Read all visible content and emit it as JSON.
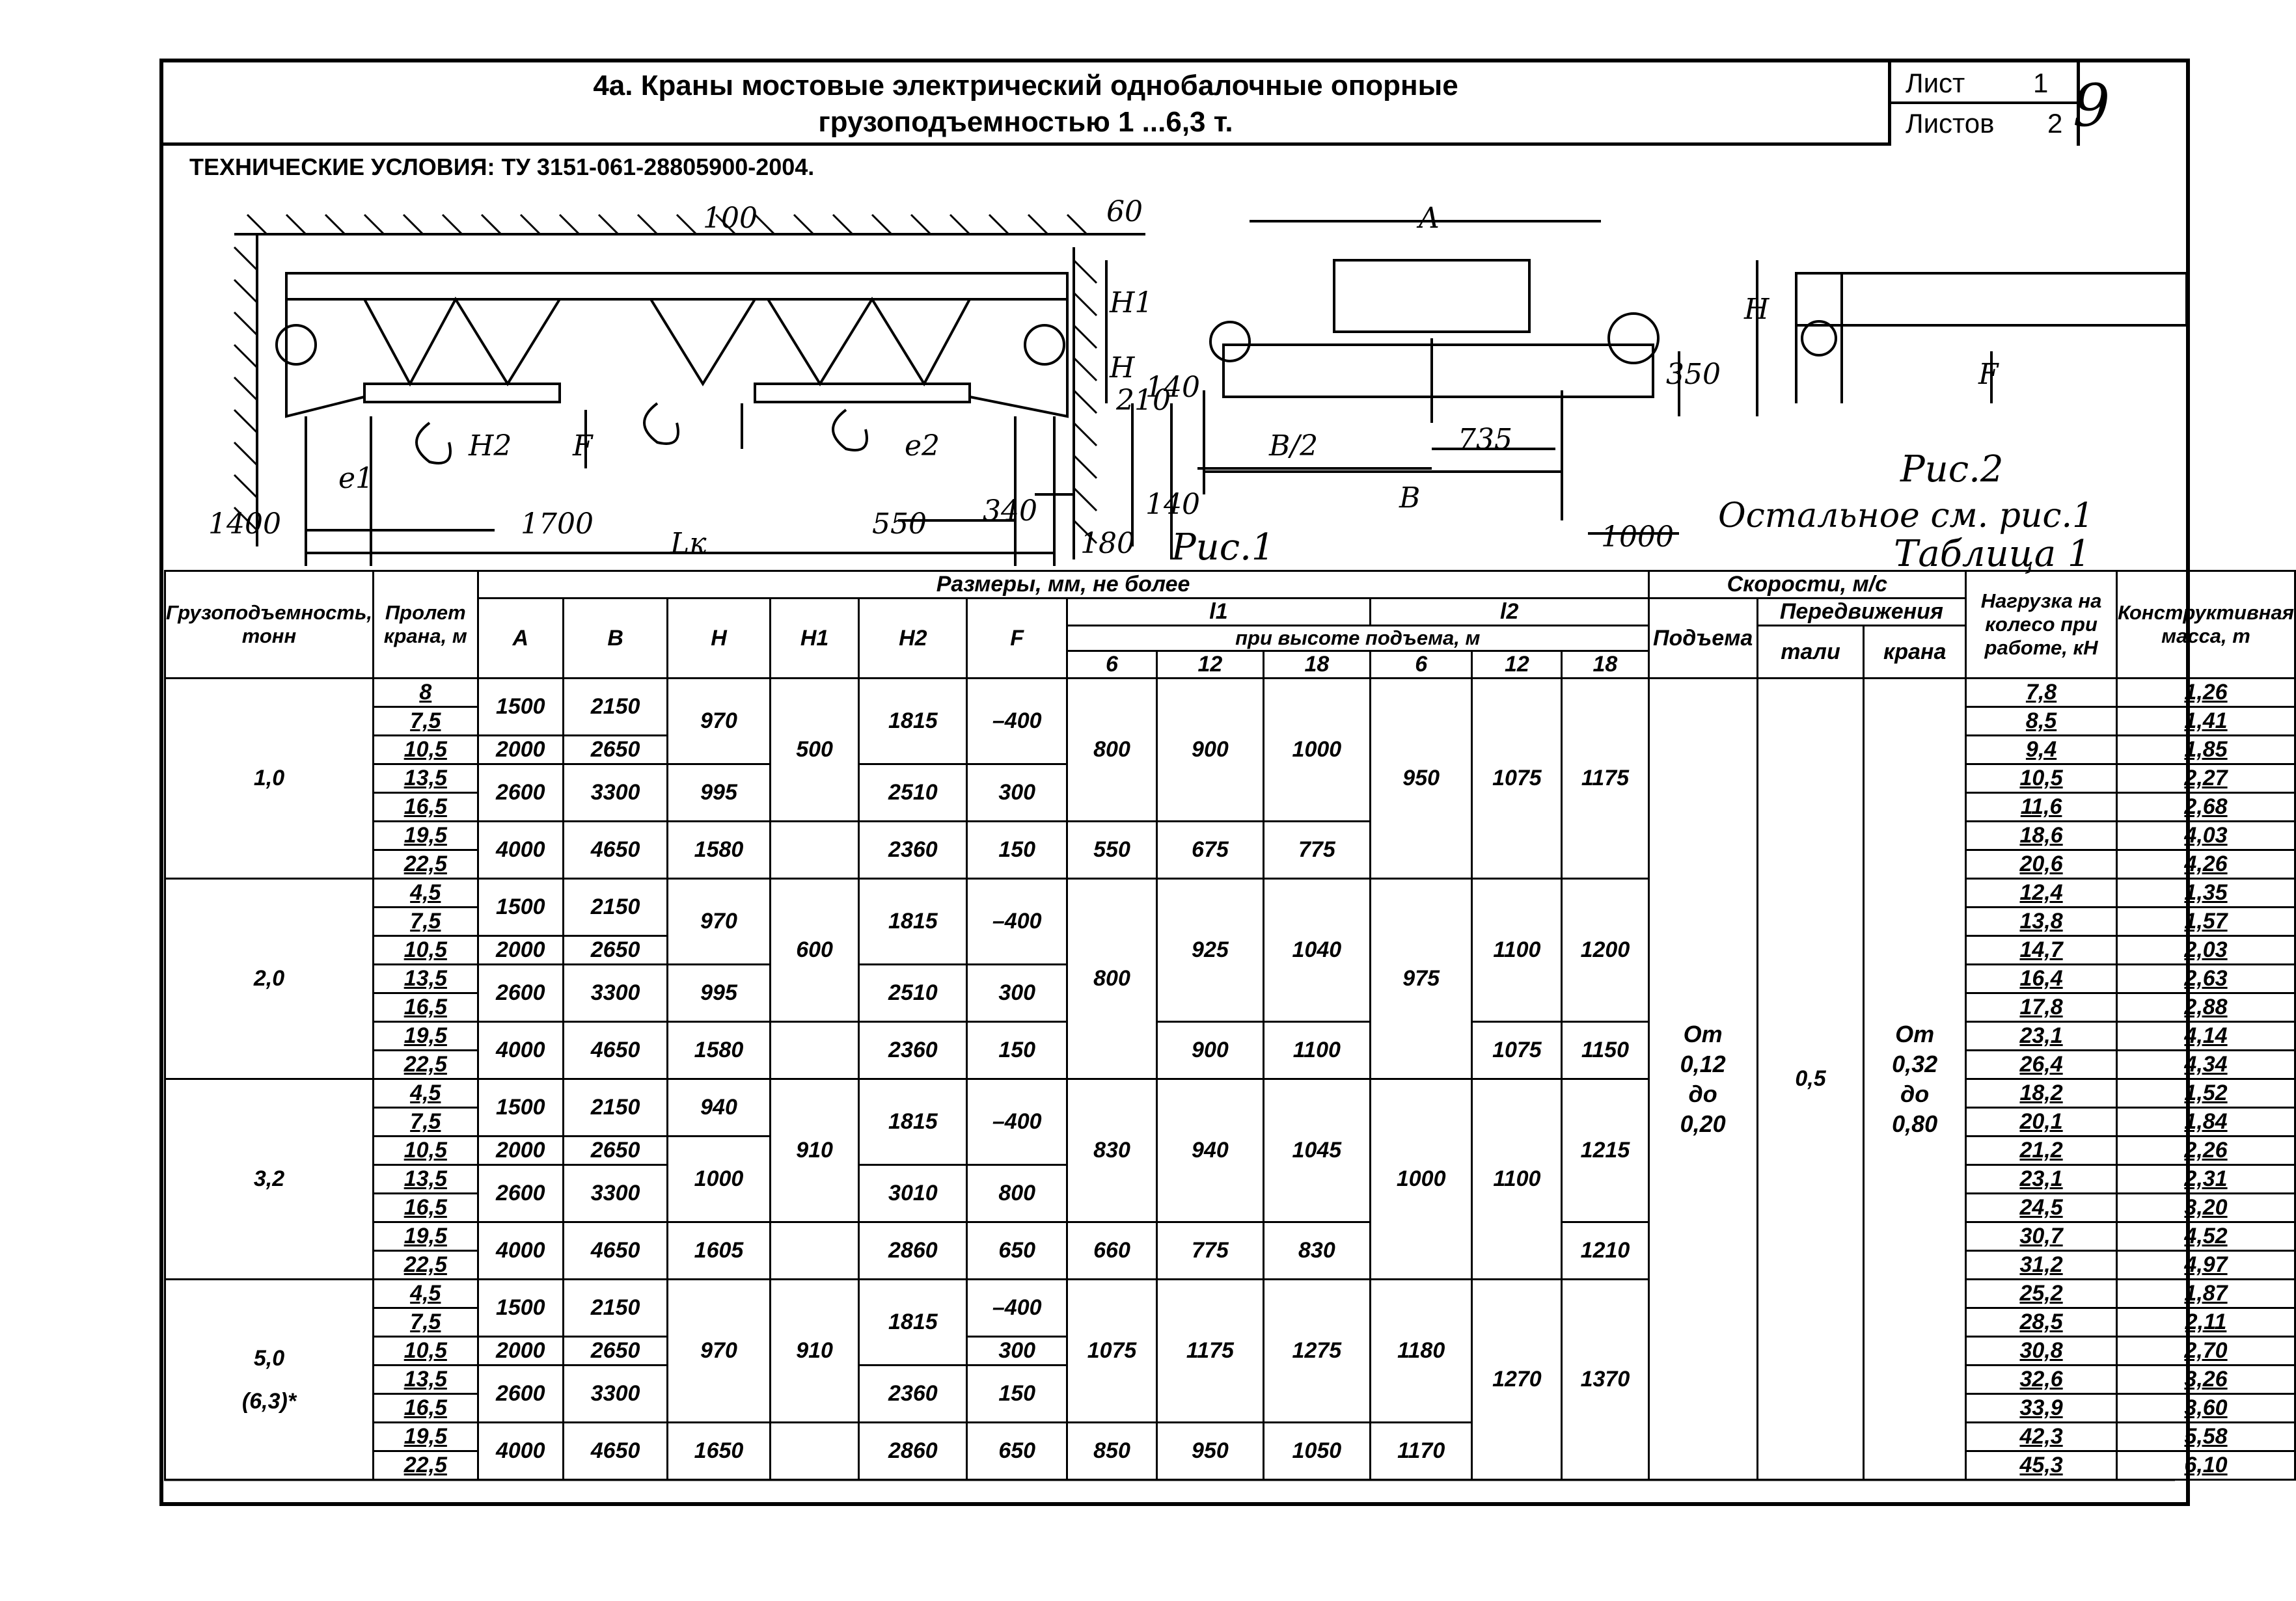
{
  "header": {
    "title_line1": "4а. Краны мостовые электрический однобалочные опорные",
    "title_line2": "грузоподъемностью 1 ...6,3 т.",
    "sheet_label": "Лист",
    "sheet_value": "1",
    "sheets_label": "Листов",
    "sheets_value": "2",
    "page_mark": "9"
  },
  "tech_conditions": "ТЕХНИЧЕСКИЕ УСЛОВИЯ: ТУ 3151-061-28805900-2004.",
  "figure1": {
    "caption": "Рис.1",
    "dims": [
      "100",
      "60",
      "Н",
      "Н1",
      "Н2",
      "F",
      "210",
      "140",
      "140",
      "180",
      "340",
      "550",
      "1700",
      "1400",
      "Lк",
      "e1",
      "e2"
    ]
  },
  "figure2": {
    "caption": "Рис.2",
    "note": "Остальное см. рис.1",
    "dims": [
      "A",
      "B/2",
      "735",
      "B",
      "350",
      "1000",
      "H",
      "F"
    ]
  },
  "table": {
    "caption": "Таблица 1",
    "headers": {
      "capacity": "Грузоподъемность, тонн",
      "span": "Пролет крана, м",
      "dims_group": "Размеры, мм, не более",
      "A": "А",
      "B": "В",
      "H": "Н",
      "H1": "Н1",
      "H2": "Н2",
      "F": "F",
      "l1": "l1",
      "l2": "l2",
      "lift_height": "при высоте подъема, м",
      "heights": [
        "6",
        "12",
        "18",
        "6",
        "12",
        "18"
      ],
      "speeds": "Скорости, м/с",
      "lifting": "Подъема",
      "travel": "Передвижения",
      "hoist": "тали",
      "crane": "крана",
      "wheel_load": "Нагрузка на колесо при работе, кН",
      "mass": "Конструктивная масса, т"
    },
    "groups": [
      {
        "capacity": "1,0",
        "capacity_note": "",
        "spans": [
          "8",
          "7,5",
          "10,5",
          "13,5",
          "16,5",
          "19,5",
          "22,5"
        ],
        "A": [
          "1500",
          "2000",
          "2600",
          "4000"
        ],
        "B": [
          "2150",
          "2650",
          "3300",
          "4650"
        ],
        "H": [
          "970",
          "995",
          "1580"
        ],
        "H1": "500",
        "H2": [
          "1815",
          "2510",
          "2360"
        ],
        "F": [
          "–400",
          "300",
          "150"
        ],
        "l1": [
          "800",
          "900",
          "1000",
          "550",
          "675",
          "775"
        ],
        "l2": [
          "950",
          "1075",
          "1175"
        ],
        "wheel_load": [
          "7,8",
          "8,5",
          "9,4",
          "10,5",
          "11,6",
          "18,6",
          "20,6"
        ],
        "mass": [
          "1,26",
          "1,41",
          "1,85",
          "2,27",
          "2,68",
          "4,03",
          "4,26"
        ]
      },
      {
        "capacity": "2,0",
        "capacity_note": "",
        "spans": [
          "4,5",
          "7,5",
          "10,5",
          "13,5",
          "16,5",
          "19,5",
          "22,5"
        ],
        "A": [
          "1500",
          "2000",
          "2600",
          "4000"
        ],
        "B": [
          "2150",
          "2650",
          "3300",
          "4650"
        ],
        "H": [
          "970",
          "995",
          "1580"
        ],
        "H1": "600",
        "H2": [
          "1815",
          "2510",
          "2360"
        ],
        "F": [
          "–400",
          "300",
          "150"
        ],
        "l1": [
          "800",
          "925",
          "1040",
          "900",
          "1100"
        ],
        "l2": [
          "975",
          "1100",
          "1200",
          "1075",
          "1150"
        ],
        "wheel_load": [
          "12,4",
          "13,8",
          "14,7",
          "16,4",
          "17,8",
          "23,1",
          "26,4"
        ],
        "mass": [
          "1,35",
          "1,57",
          "2,03",
          "2,63",
          "2,88",
          "4,14",
          "4,34"
        ]
      },
      {
        "capacity": "3,2",
        "capacity_note": "",
        "spans": [
          "4,5",
          "7,5",
          "10,5",
          "13,5",
          "16,5",
          "19,5",
          "22,5"
        ],
        "A": [
          "1500",
          "2000",
          "2600",
          "4000"
        ],
        "B": [
          "2150",
          "2650",
          "3300",
          "4650"
        ],
        "H": [
          "940",
          "1000",
          "1605"
        ],
        "H1": "910",
        "H2": [
          "1815",
          "3010",
          "2860"
        ],
        "F": [
          "–400",
          "800",
          "650"
        ],
        "l1": [
          "830",
          "940",
          "1045",
          "660",
          "775",
          "830"
        ],
        "l2": [
          "1000",
          "1100",
          "1215",
          "1210"
        ],
        "wheel_load": [
          "18,2",
          "20,1",
          "21,2",
          "23,1",
          "24,5",
          "30,7",
          "31,2"
        ],
        "mass": [
          "1,52",
          "1,84",
          "2,26",
          "2,31",
          "3,20",
          "4,52",
          "4,97"
        ]
      },
      {
        "capacity": "5,0",
        "capacity_note": "(6,3)*",
        "spans": [
          "4,5",
          "7,5",
          "10,5",
          "13,5",
          "16,5",
          "19,5",
          "22,5"
        ],
        "A": [
          "1500",
          "2000",
          "2600",
          "4000"
        ],
        "B": [
          "2150",
          "2650",
          "3300",
          "4650"
        ],
        "H": [
          "970",
          "1650"
        ],
        "H1": "910",
        "H2": [
          "1815",
          "2360",
          "2860"
        ],
        "F": [
          "–400",
          "300",
          "150",
          "650"
        ],
        "l1": [
          "1075",
          "1175",
          "1275",
          "850",
          "950",
          "1050"
        ],
        "l2": [
          "1180",
          "1270",
          "1370",
          "1170"
        ],
        "wheel_load": [
          "25,2",
          "28,5",
          "30,8",
          "32,6",
          "33,9",
          "42,3",
          "45,3"
        ],
        "mass": [
          "1,87",
          "2,11",
          "2,70",
          "3,26",
          "3,60",
          "5,58",
          "6,10"
        ]
      }
    ],
    "speed_values": {
      "lifting": [
        "От",
        "0,12",
        "до",
        "0,20"
      ],
      "hoist": "0,5",
      "crane": [
        "От",
        "0,32",
        "до",
        "0,80"
      ]
    }
  }
}
